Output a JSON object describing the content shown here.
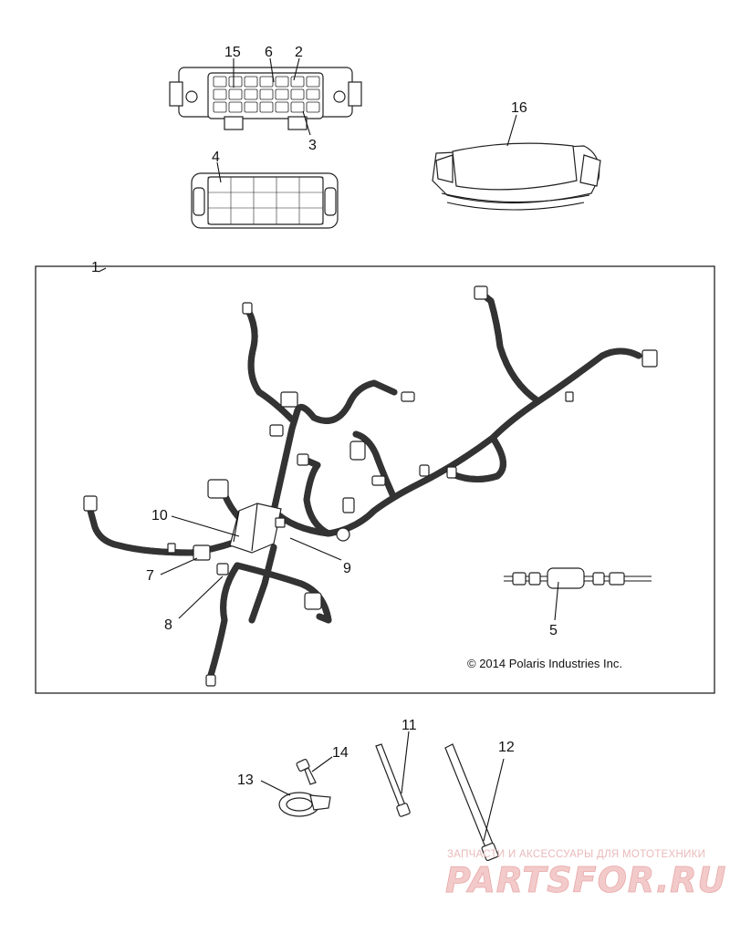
{
  "callouts": {
    "c1": "1",
    "c2": "2",
    "c3": "3",
    "c4": "4",
    "c5": "5",
    "c6": "6",
    "c7": "7",
    "c8": "8",
    "c9": "9",
    "c10": "10",
    "c11": "11",
    "c12": "12",
    "c13": "13",
    "c14": "14",
    "c15": "15",
    "c16": "16"
  },
  "copyright": "© 2014 Polaris Industries Inc.",
  "watermark": {
    "tagline": "ЗАПЧАСТИ И АКСЕССУАРЫ ДЛЯ МОТОТЕХНИКИ",
    "brand": "PARTSFOR.RU"
  },
  "colors": {
    "line": "#111111",
    "watermark": "#e8a8a8",
    "background": "#ffffff"
  }
}
